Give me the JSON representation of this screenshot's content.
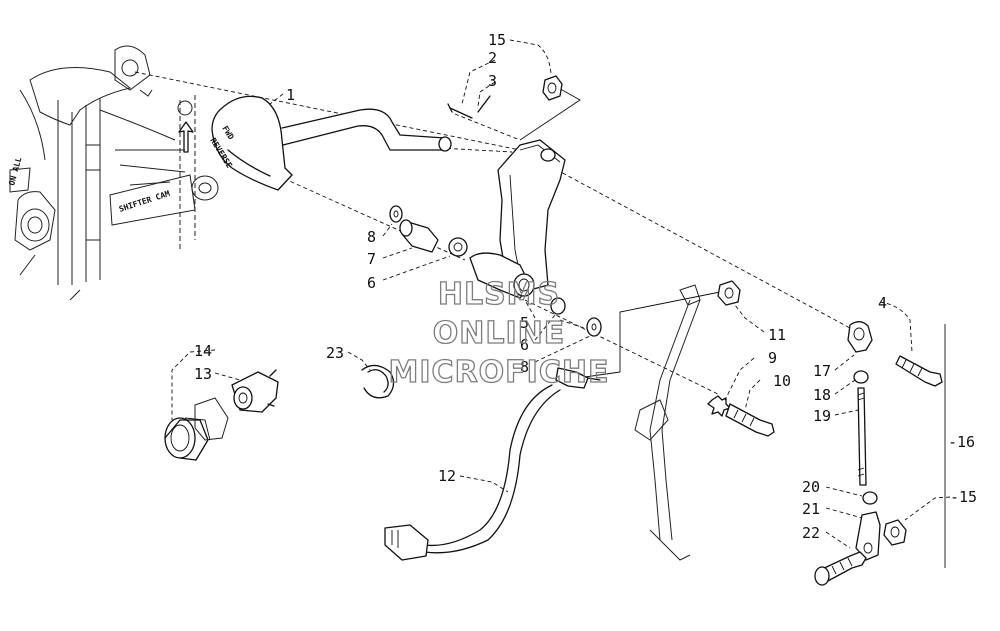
{
  "callouts": [
    {
      "id": "c1",
      "text": "1"
    },
    {
      "id": "c2",
      "text": "2"
    },
    {
      "id": "c3",
      "text": "3"
    },
    {
      "id": "c4",
      "text": "4"
    },
    {
      "id": "c5",
      "text": "5"
    },
    {
      "id": "c6a",
      "text": "6"
    },
    {
      "id": "c6b",
      "text": "6"
    },
    {
      "id": "c7",
      "text": "7"
    },
    {
      "id": "c8a",
      "text": "8"
    },
    {
      "id": "c8b",
      "text": "8"
    },
    {
      "id": "c9",
      "text": "9"
    },
    {
      "id": "c10",
      "text": "10"
    },
    {
      "id": "c11",
      "text": "11"
    },
    {
      "id": "c12",
      "text": "12"
    },
    {
      "id": "c13",
      "text": "13"
    },
    {
      "id": "c14",
      "text": "14"
    },
    {
      "id": "c15a",
      "text": "15"
    },
    {
      "id": "c15b",
      "text": "-15"
    },
    {
      "id": "c16",
      "text": "-16"
    },
    {
      "id": "c17",
      "text": "17"
    },
    {
      "id": "c18",
      "text": "18"
    },
    {
      "id": "c19",
      "text": "19"
    },
    {
      "id": "c20",
      "text": "20"
    },
    {
      "id": "c21",
      "text": "21"
    },
    {
      "id": "c22",
      "text": "22"
    },
    {
      "id": "c23",
      "text": "23"
    }
  ],
  "watermark": {
    "line1": "HLSMS",
    "line2": "ONLINE",
    "line3": "MICROFICHE"
  },
  "lever_text": {
    "line1": "FWD",
    "line2": "REVERSE"
  },
  "colors": {
    "ink": "#111111",
    "watermark": "#7d7d7d",
    "background": "#ffffff"
  }
}
